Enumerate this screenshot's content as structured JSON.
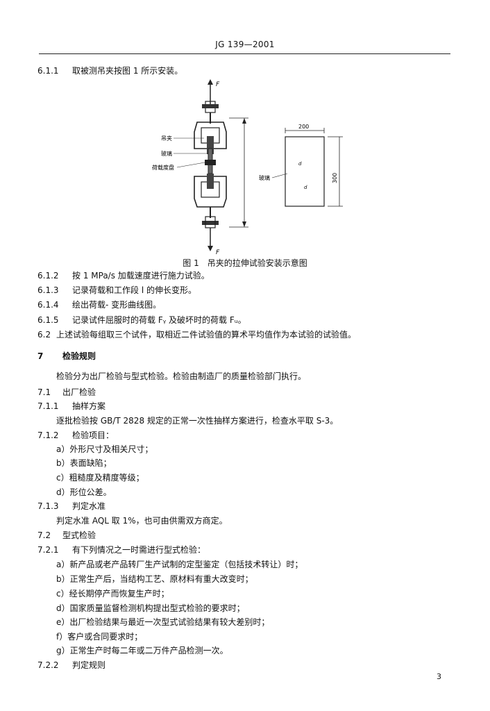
{
  "header": "JG 139—2001",
  "page_number": "3",
  "figure": {
    "caption": "图 1　吊夹的拉伸试验安装示意图",
    "label_clamp": "吊夹",
    "label_glass": "玻璃",
    "label_loadblock": "荷载度盘",
    "label_force_top": "F",
    "label_force_bottom": "F",
    "panel_label": "玻璃",
    "dim_width": "200",
    "dim_height": "300"
  },
  "lines": [
    {
      "num": "6.1.1",
      "text": "取被测吊夹按图 1 所示安装。"
    },
    {
      "num": "6.1.2",
      "text": "按 1 MPa/s 加载速度进行施力试验。"
    },
    {
      "num": "6.1.3",
      "text": "记录荷载和工作段 l 的伸长变形。"
    },
    {
      "num": "6.1.4",
      "text": "绘出荷载- 变形曲线图。"
    },
    {
      "num": "6.1.5",
      "text": "记录试件屈服时的荷载 Fᵧ 及破坏时的荷载 Fᵤ。"
    },
    {
      "num": "6.2",
      "text": "上述试验每组取三个试件，取相近二件试验值的算术平均值作为本试验的试验值。"
    },
    {
      "num": "7",
      "text": "检验规则"
    },
    {
      "num": "",
      "text": "检验分为出厂检验与型式检验。检验由制造厂的质量检验部门执行。"
    },
    {
      "num": "7.1",
      "text": "出厂检验"
    },
    {
      "num": "7.1.1",
      "text": "抽样方案"
    },
    {
      "num": "",
      "text": "逐批检验按 GB/T 2828 规定的正常一次性抽样方案进行，检查水平取 S-3。"
    },
    {
      "num": "7.1.2",
      "text": "检验项目："
    },
    {
      "num": "",
      "text": "a）外形尺寸及相关尺寸；"
    },
    {
      "num": "",
      "text": "b）表面缺陷；"
    },
    {
      "num": "",
      "text": "c）粗糙度及精度等级；"
    },
    {
      "num": "",
      "text": "d）形位公差。"
    },
    {
      "num": "7.1.3",
      "text": "判定水准"
    },
    {
      "num": "",
      "text": "判定水准 AQL 取 1%，也可由供需双方商定。"
    },
    {
      "num": "7.2",
      "text": "型式检验"
    },
    {
      "num": "7.2.1",
      "text": "有下列情况之一时需进行型式检验："
    },
    {
      "num": "",
      "text": "a）新产品或老产品转厂生产试制的定型鉴定（包括技术转让）时；"
    },
    {
      "num": "",
      "text": "b）正常生产后，当结构工艺、原材料有重大改变时；"
    },
    {
      "num": "",
      "text": "c）经长期停产而恢复生产时；"
    },
    {
      "num": "",
      "text": "d）国家质量监督检测机构提出型式检验的要求时；"
    },
    {
      "num": "",
      "text": "e）出厂检验结果与最近一次型式试验结果有较大差别时；"
    },
    {
      "num": "",
      "text": "f）客户或合同要求时；"
    },
    {
      "num": "",
      "text": "g）正常生产时每二年或二万件产品检测一次。"
    },
    {
      "num": "7.2.2",
      "text": "判定规则"
    }
  ]
}
